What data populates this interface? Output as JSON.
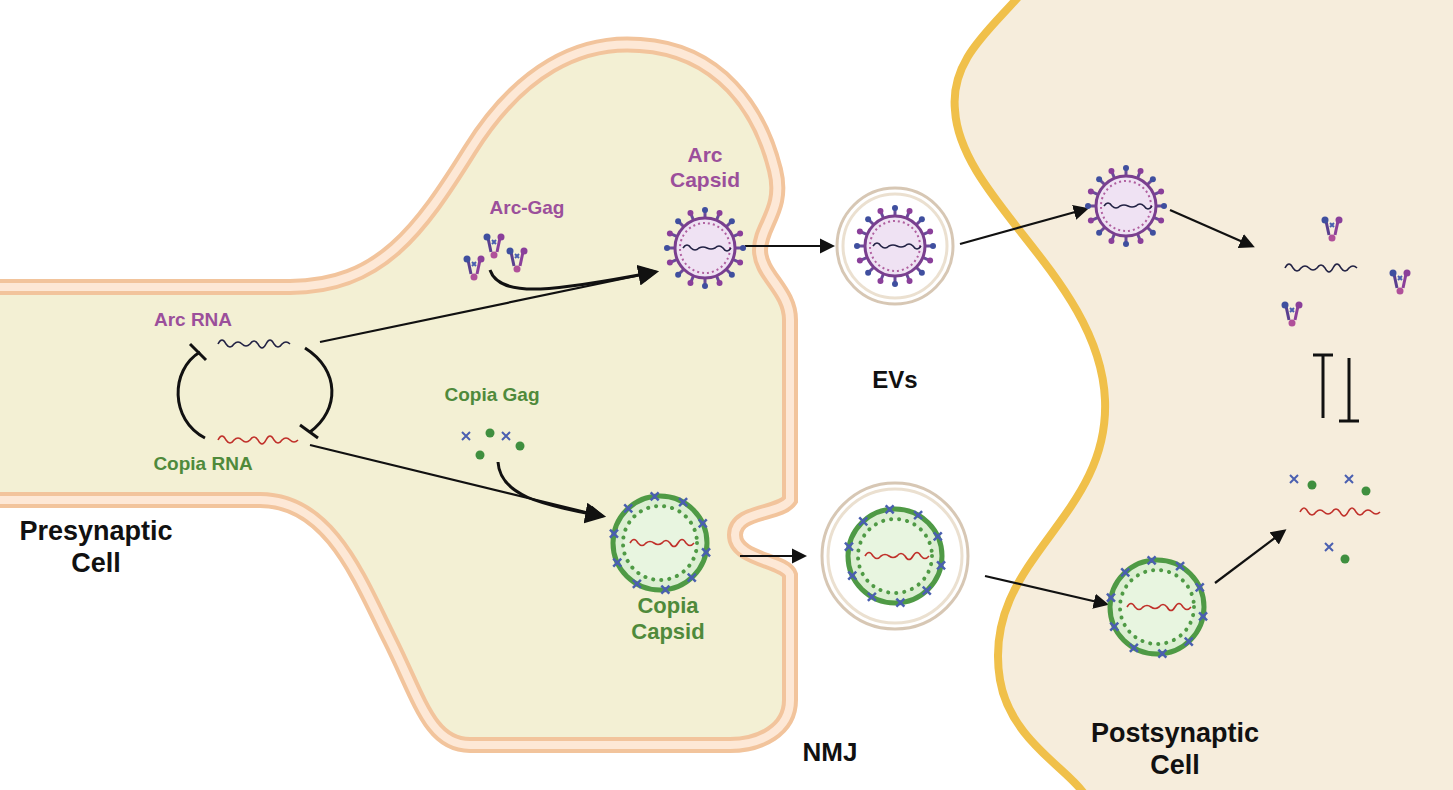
{
  "diagram": {
    "nodes": [
      {
        "text": [
          "Presynaptic Cell"
        ]
      },
      {
        "text": [
          "Arc Capsid"
        ],
        "in": 0
      },
      {
        "text": [
          "Copia Capsid"
        ],
        "in": 0
      },
      {
        "text": [
          "Postsynaptic Cell"
        ]
      }
    ],
    "labels": [
      "Arc-Gag",
      "Arc RNA",
      "Copia Gag",
      "Copia RNA",
      "EVs",
      "NMJ"
    ]
  }
}
